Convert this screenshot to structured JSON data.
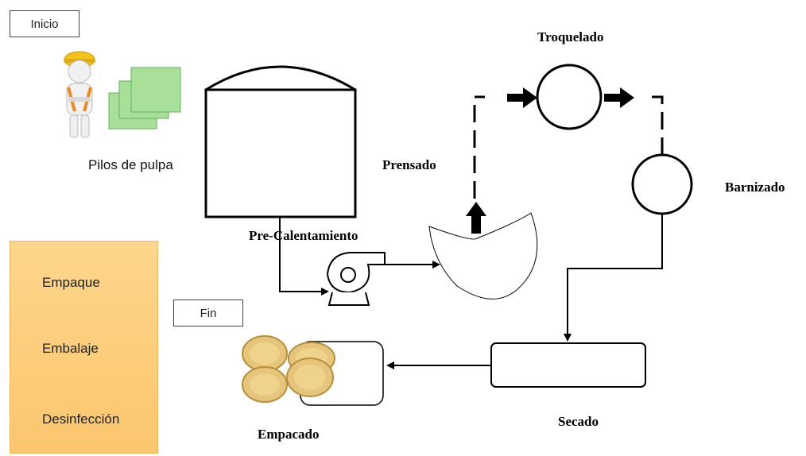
{
  "start_label": "Inicio",
  "end_label": "Fin",
  "raw_material": {
    "label": "Pilos de pulpa"
  },
  "stages": {
    "preheating": "Pre-Calentamiento",
    "pressing": "Prensado",
    "die_cutting": "Troquelado",
    "varnishing": "Barnizado",
    "drying": "Secado",
    "packing": "Empacado"
  },
  "side_panel": {
    "items": [
      "Empaque",
      "Embalaje",
      "Desinfección"
    ]
  },
  "icons": {
    "worker": "worker-hardhat-icon",
    "pulp_sheets": "pulp-sheets-icon",
    "plates": "pulp-plates-icon"
  },
  "colors": {
    "panel": "#fcd07c",
    "sheets": "#a8e09a",
    "plates": "#e6c479",
    "hardhat": "#f2c21b",
    "line": "#000000"
  }
}
